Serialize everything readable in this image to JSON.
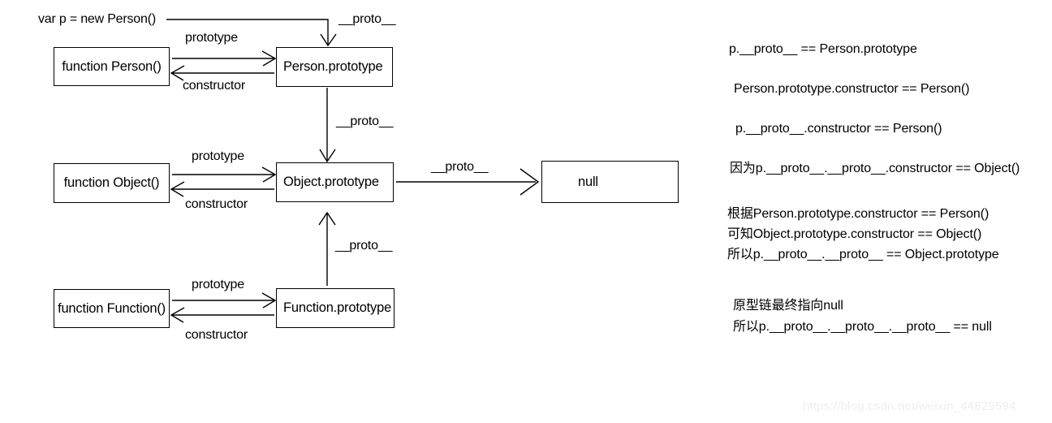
{
  "diagram": {
    "title_note": "JavaScript prototype chain diagram",
    "nodes": [
      {
        "id": "person-fn",
        "label": "function Person()"
      },
      {
        "id": "person-proto",
        "label": "Person.prototype"
      },
      {
        "id": "object-fn",
        "label": "function Object()"
      },
      {
        "id": "object-proto",
        "label": "Object.prototype"
      },
      {
        "id": "function-fn",
        "label": "function Function()"
      },
      {
        "id": "function-proto",
        "label": "Function.prototype"
      },
      {
        "id": "null-node",
        "label": "null"
      }
    ],
    "edge_labels": {
      "var_decl": "var p = new Person()",
      "proto_top": "__proto__",
      "prototype_1": "prototype",
      "constructor_1": "constructor",
      "proto_person_to_object": "__proto__",
      "prototype_2": "prototype",
      "constructor_2": "constructor",
      "proto_object_to_null": "__proto__",
      "proto_function_to_object": "__proto__",
      "prototype_3": "prototype",
      "constructor_3": "constructor"
    }
  },
  "annotations": {
    "lines": [
      "p.__proto__ == Person.prototype",
      "Person.prototype.constructor ==  Person()",
      "p.__proto__.constructor ==  Person()",
      "因为p.__proto__.__proto__.constructor == Object()",
      "根据Person.prototype.constructor == Person()",
      "可知Object.prototype.constructor == Object()",
      "所以p.__proto__.__proto__ == Object.prototype",
      "原型链最终指向null",
      "所以p.__proto__.__proto__.__proto__ == null"
    ]
  },
  "watermark": {
    "text": "https://blog.csdn.net/weixin_44829594"
  },
  "colors": {
    "stroke": "#000000",
    "background": "#ffffff",
    "watermark": "#eeeeee"
  }
}
